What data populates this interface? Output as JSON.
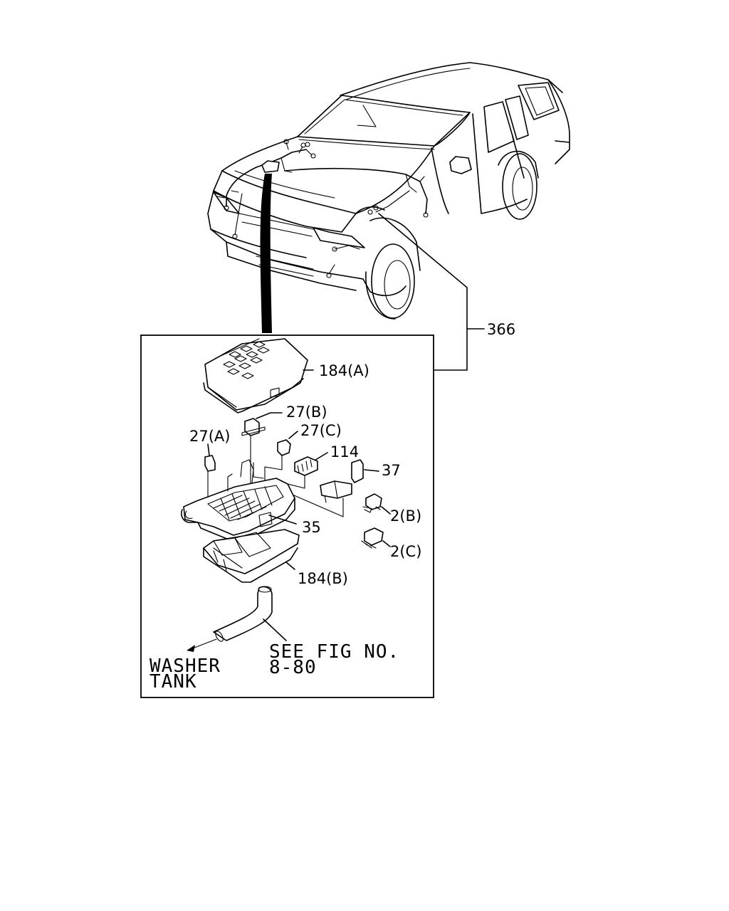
{
  "callouts": {
    "harness": "366",
    "cover_top": "184(A)",
    "relay_b": "27(B)",
    "relay_a": "27(A)",
    "relay_c": "27(C)",
    "fuse": "114",
    "holder": "37",
    "diode_b": "2(B)",
    "diode_c": "2(C)",
    "box": "35",
    "cover_bottom": "184(B)"
  },
  "notes": {
    "washer_line1": "WASHER",
    "washer_line2": "TANK",
    "see_line1": "SEE FIG NO.",
    "see_line2": "8-80"
  }
}
